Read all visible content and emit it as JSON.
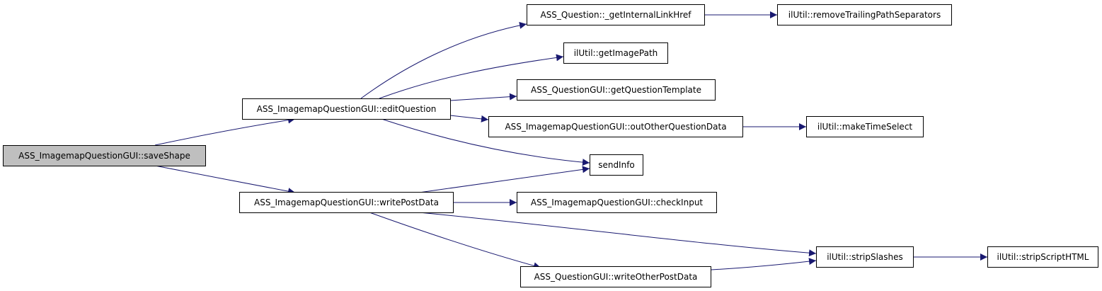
{
  "graph": {
    "edge_color": "#191970",
    "root_fill": "#bfbfbf",
    "nodes": {
      "saveShape": "ASS_ImagemapQuestionGUI::saveShape",
      "editQuestion": "ASS_ImagemapQuestionGUI::editQuestion",
      "writePostData": "ASS_ImagemapQuestionGUI::writePostData",
      "getInternalLinkHref": "ASS_Question::_getInternalLinkHref",
      "removeTrailingPathSeparators": "ilUtil::removeTrailingPathSeparators",
      "getImagePath": "ilUtil::getImagePath",
      "getQuestionTemplate": "ASS_QuestionGUI::getQuestionTemplate",
      "outOtherQuestionData": "ASS_ImagemapQuestionGUI::outOtherQuestionData",
      "makeTimeSelect": "ilUtil::makeTimeSelect",
      "sendInfo": "sendInfo",
      "checkInput": "ASS_ImagemapQuestionGUI::checkInput",
      "stripSlashes": "ilUtil::stripSlashes",
      "stripScriptHTML": "ilUtil::stripScriptHTML",
      "writeOtherPostData": "ASS_QuestionGUI::writeOtherPostData"
    }
  }
}
